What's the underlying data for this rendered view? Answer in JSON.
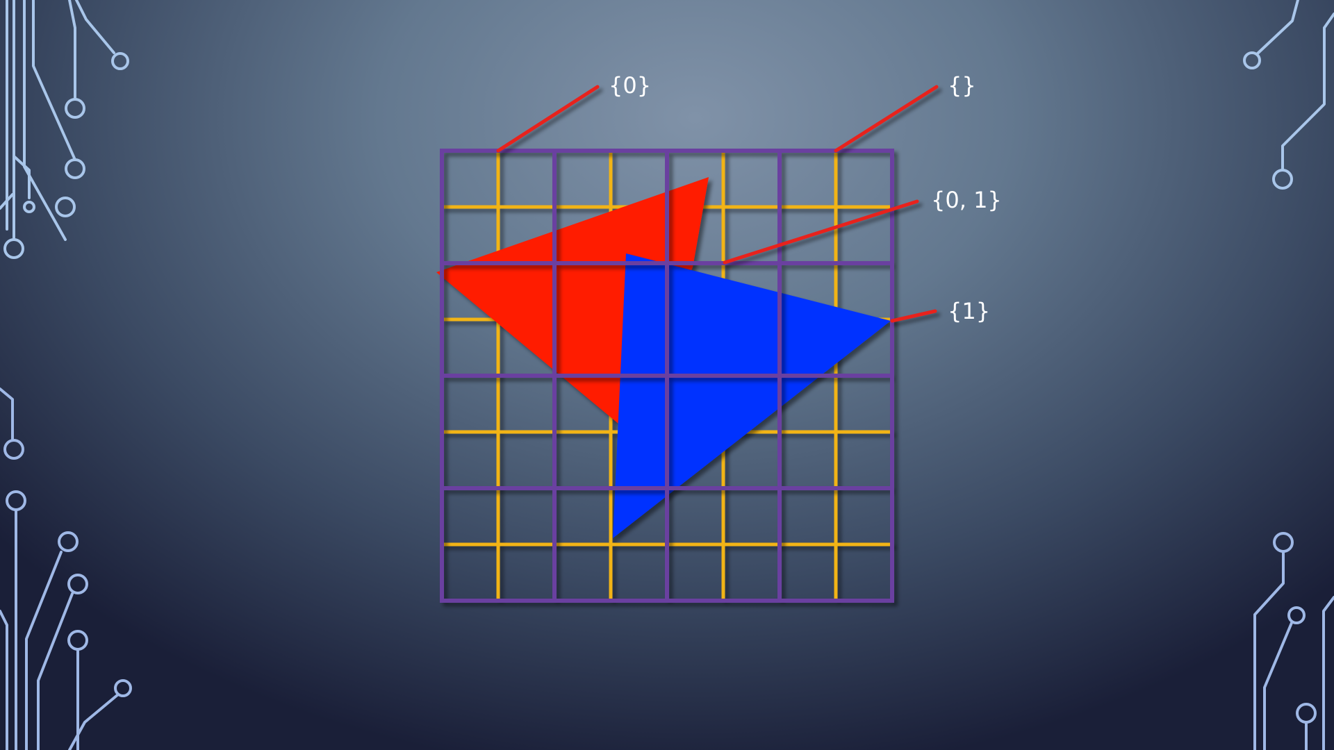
{
  "colors": {
    "background_light": "#8092a8",
    "background_dark": "#1a1f38",
    "outer_grid": "#6a3fa0",
    "inner_grid": "#f2b418",
    "red_triangle": "#ff1a00",
    "blue_triangle": "#0030ff",
    "callout_line": "#e8201a",
    "circuit": "#a9c6ea",
    "label_text": "#ffffff"
  },
  "callouts": {
    "top_left": "{0}",
    "top_right": "{}",
    "middle": "{0, 1}",
    "right": "{1}"
  },
  "decor": {
    "circuit_icon": "circuit-trace-icon"
  }
}
